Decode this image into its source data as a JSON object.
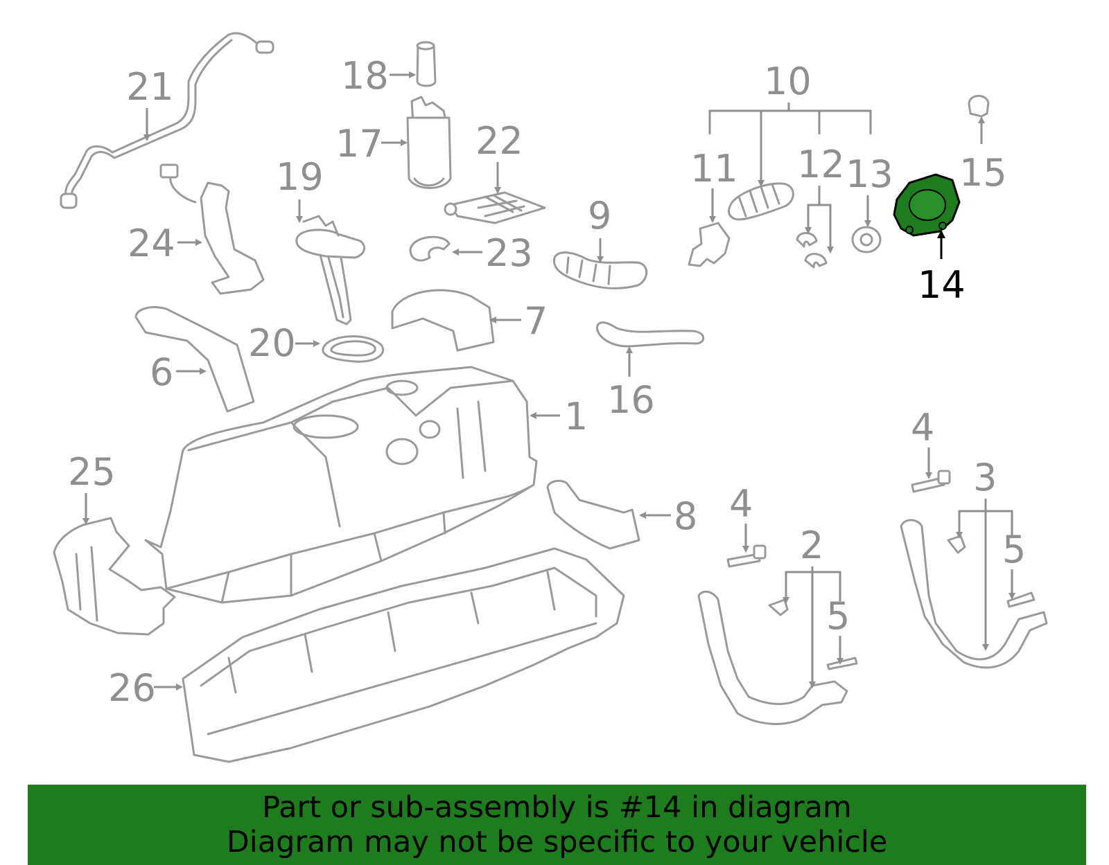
{
  "callouts": {
    "c1": "1",
    "c2": "2",
    "c3": "3",
    "c4a": "4",
    "c4b": "4",
    "c5a": "5",
    "c5b": "5",
    "c6": "6",
    "c7": "7",
    "c8": "8",
    "c9": "9",
    "c10": "10",
    "c11": "11",
    "c12": "12",
    "c13": "13",
    "c14": "14",
    "c15": "15",
    "c16": "16",
    "c17": "17",
    "c18": "18",
    "c19": "19",
    "c20": "20",
    "c21": "21",
    "c22": "22",
    "c23": "23",
    "c24": "24",
    "c25": "25",
    "c26": "26"
  },
  "highlight": {
    "color": "#1e7b1e",
    "part": "14"
  },
  "banner": {
    "line1": "Part or sub-assembly is #14 in diagram",
    "line2": "Diagram may not be specific to your vehicle",
    "background": "#1e7b1e"
  }
}
